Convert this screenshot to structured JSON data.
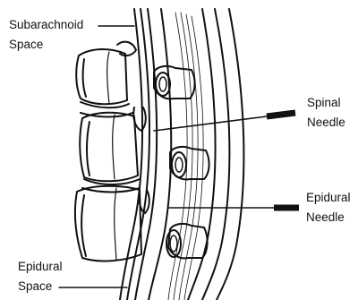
{
  "labels": {
    "subarachnoid": {
      "line1": "Subarachnoid",
      "line2": "Space"
    },
    "spinal_needle": {
      "line1": "Spinal",
      "line2": "Needle"
    },
    "epidural_needle": {
      "line1": "Epidural",
      "line2": "Needle"
    },
    "epidural_space": {
      "line1": "Epidural",
      "line2": "Space"
    }
  },
  "colors": {
    "ink": "#111111",
    "background": "#ffffff"
  }
}
